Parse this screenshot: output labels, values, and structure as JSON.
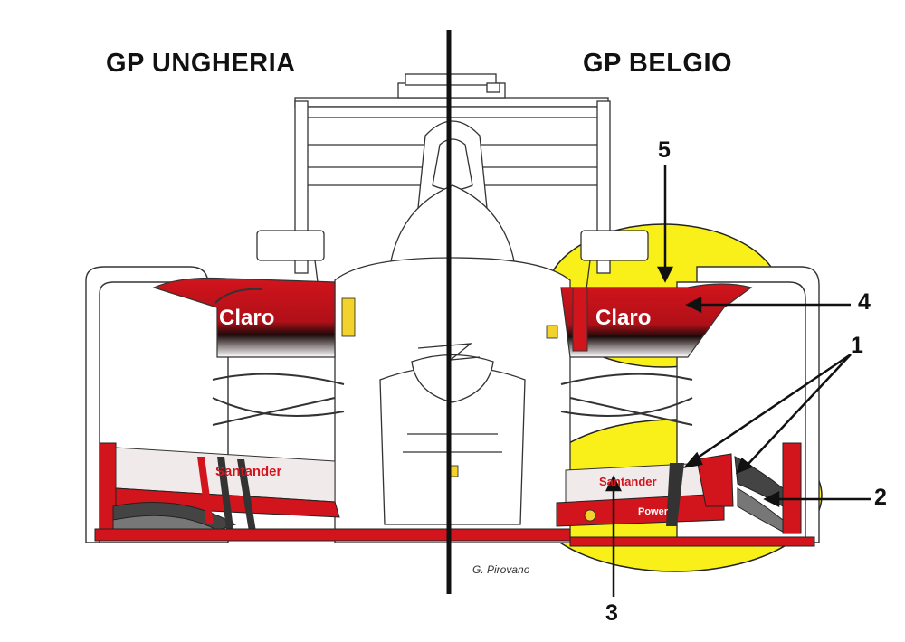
{
  "titles": {
    "left": "GP UNGHERIA",
    "right": "GP BELGIO"
  },
  "callouts": {
    "c1": "1",
    "c2": "2",
    "c3": "3",
    "c4": "4",
    "c5": "5"
  },
  "credit": "G. Pirovano",
  "sponsors": {
    "claro": "Claro",
    "santander": "Santander",
    "power": "Power"
  },
  "colors": {
    "ferrari_red": "#d2141c",
    "highlight_yellow": "#f8f018",
    "divider": "#111111",
    "line": "#333333"
  }
}
